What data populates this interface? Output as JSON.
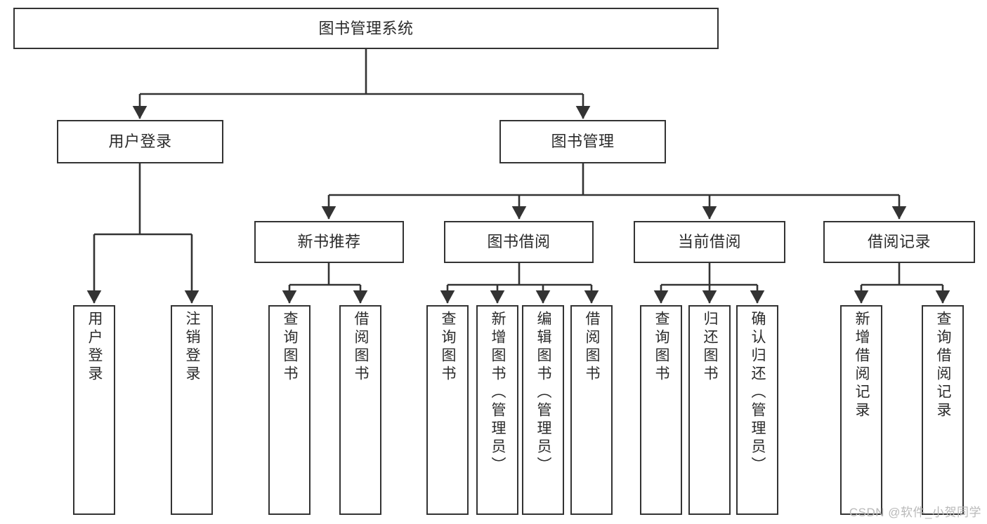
{
  "diagram": {
    "title": "图书管理系统",
    "type": "tree",
    "root": {
      "label": "图书管理系统"
    },
    "level2": [
      {
        "label": "用户登录"
      },
      {
        "label": "图书管理"
      }
    ],
    "level3": [
      {
        "label": "新书推荐"
      },
      {
        "label": "图书借阅"
      },
      {
        "label": "当前借阅"
      },
      {
        "label": "借阅记录"
      }
    ],
    "leaves": {
      "user_login": [
        {
          "label": "用户登录"
        },
        {
          "label": "注销登录"
        }
      ],
      "new_book_recommend": [
        {
          "label": "查询图书"
        },
        {
          "label": "借阅图书"
        }
      ],
      "book_borrow": [
        {
          "label": "查询图书"
        },
        {
          "label": "新增图书（管理员）"
        },
        {
          "label": "编辑图书（管理员）"
        },
        {
          "label": "借阅图书"
        }
      ],
      "current_borrow": [
        {
          "label": "查询图书"
        },
        {
          "label": "归还图书"
        },
        {
          "label": "确认归还（管理员）"
        }
      ],
      "borrow_record": [
        {
          "label": "新增借阅记录"
        },
        {
          "label": "查询借阅记录"
        }
      ]
    }
  },
  "watermark": {
    "text": "CSDN @软件_小贺同学"
  },
  "colors": {
    "stroke": "#333333",
    "background": "#ffffff",
    "text": "#2b2b2b",
    "watermark": "#b9b9b9"
  }
}
